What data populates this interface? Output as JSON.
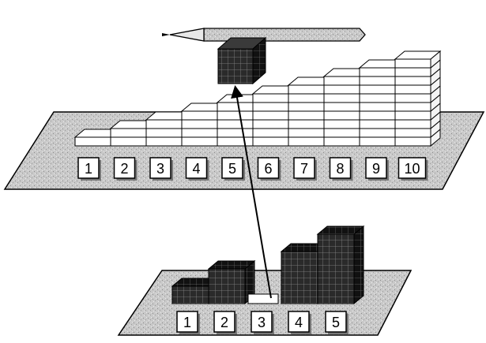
{
  "upper_group": {
    "labels": [
      "1",
      "2",
      "3",
      "4",
      "5",
      "6",
      "7",
      "8",
      "9",
      "10"
    ],
    "column_heights": [
      1,
      2,
      3,
      4,
      5,
      6,
      7,
      8,
      9,
      10
    ],
    "highlight_column": 5,
    "highlight_block": "dark"
  },
  "lower_group": {
    "labels": [
      "1",
      "2",
      "3",
      "4",
      "5"
    ],
    "column_heights": [
      1,
      2,
      0,
      3,
      4
    ],
    "missing_column": 3
  },
  "colors": {
    "white_block": "#ffffff",
    "dark_block": "#1a1a1a",
    "plate": "#c8c8c8",
    "outline": "#000000"
  },
  "icons": {
    "pencil": "pencil-icon",
    "arrow": "arrow-link"
  }
}
